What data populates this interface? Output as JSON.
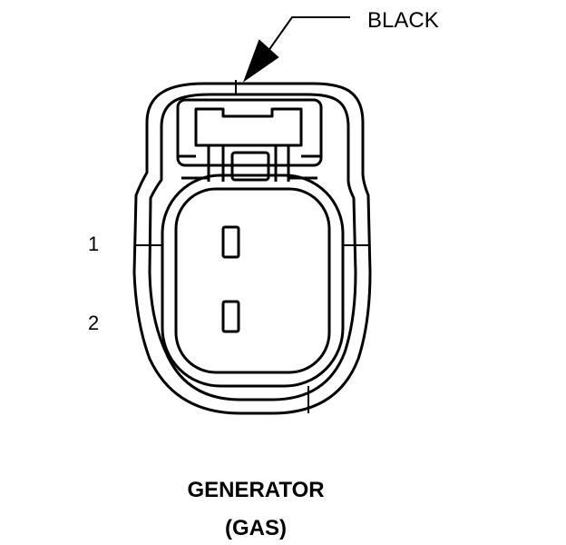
{
  "callout": {
    "color_label": "BLACK"
  },
  "pins": [
    {
      "number": "1"
    },
    {
      "number": "2"
    }
  ],
  "component": {
    "name": "GENERATOR",
    "variant": "(GAS)"
  },
  "colors": {
    "stroke": "#000000",
    "background": "#ffffff"
  }
}
